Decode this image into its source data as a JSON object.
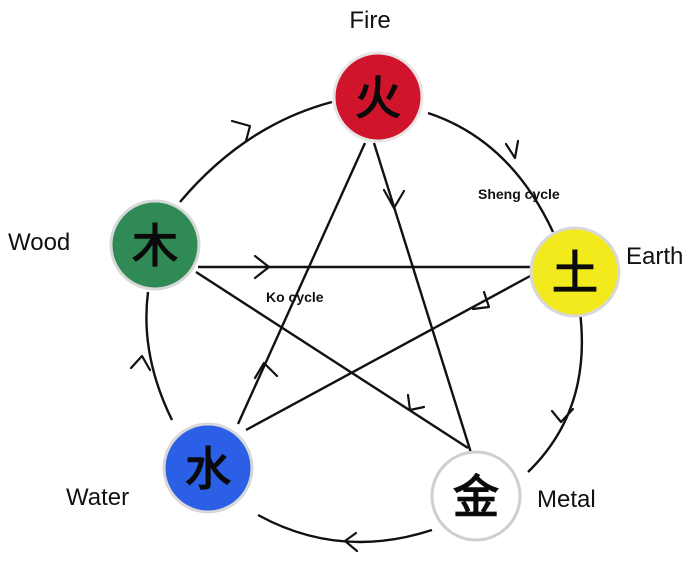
{
  "elements": {
    "fire": {
      "label": "Fire",
      "glyph": "火",
      "color": "#d0142c"
    },
    "earth": {
      "label": "Earth",
      "glyph": "土",
      "color": "#f2ea1c"
    },
    "metal": {
      "label": "Metal",
      "glyph": "金",
      "color": "#ffffff"
    },
    "water": {
      "label": "Water",
      "glyph": "水",
      "color": "#2a5fe6"
    },
    "wood": {
      "label": "Wood",
      "glyph": "木",
      "color": "#2f8a55"
    }
  },
  "cycles": {
    "sheng": {
      "label": "Sheng cycle"
    },
    "ko": {
      "label": "Ko cycle"
    }
  }
}
